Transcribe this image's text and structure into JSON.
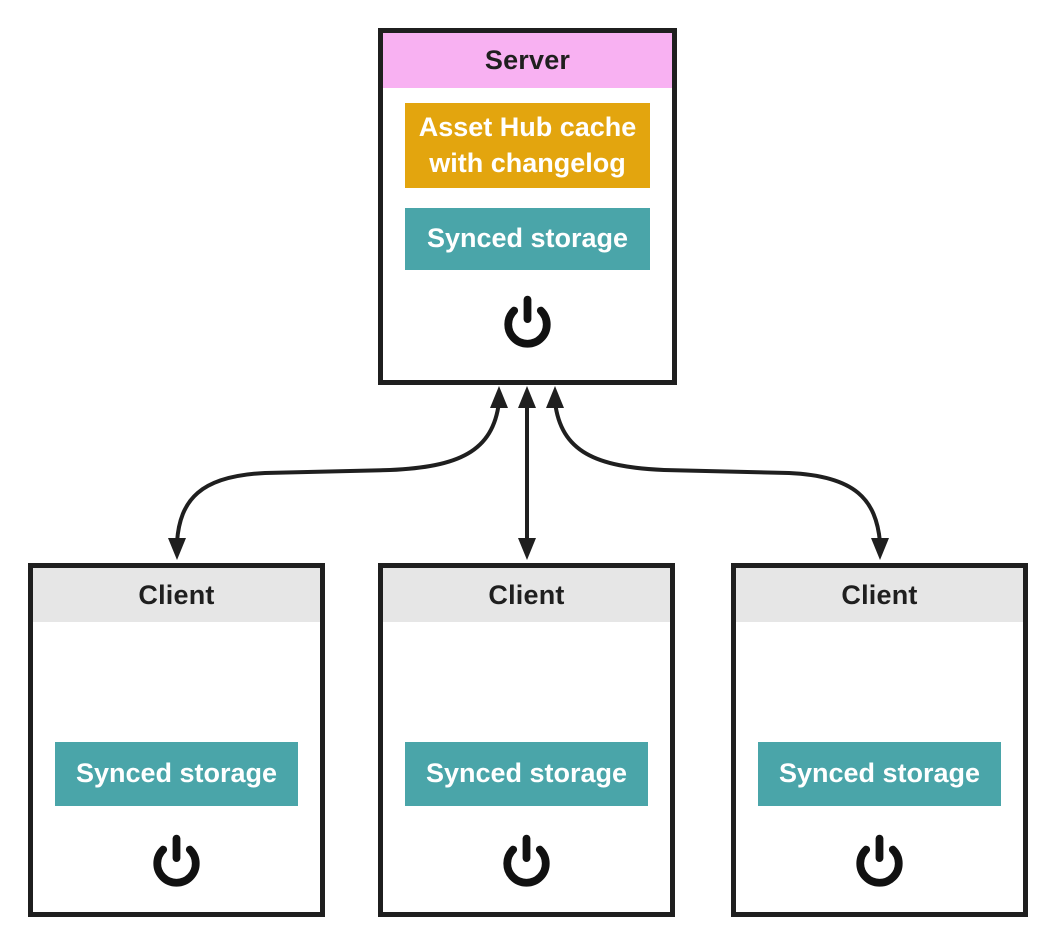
{
  "server": {
    "title": "Server",
    "cache_label": "Asset Hub cache with changelog",
    "storage_label": "Synced storage",
    "icon": "power-icon"
  },
  "clients": [
    {
      "title": "Client",
      "storage_label": "Synced storage",
      "icon": "power-icon"
    },
    {
      "title": "Client",
      "storage_label": "Synced storage",
      "icon": "power-icon"
    },
    {
      "title": "Client",
      "storage_label": "Synced storage",
      "icon": "power-icon"
    }
  ],
  "connections": [
    {
      "from": "server",
      "to": "client-1",
      "arrows": "both",
      "shape": "curved-left"
    },
    {
      "from": "server",
      "to": "client-2",
      "arrows": "both",
      "shape": "straight"
    },
    {
      "from": "server",
      "to": "client-3",
      "arrows": "both",
      "shape": "curved-right"
    }
  ],
  "colors": {
    "background": "#ffffff",
    "border": "#1f1f1f",
    "arrow": "#1f1f1f",
    "server_header": "#f8b1f2",
    "client_header": "#e6e6e6",
    "cache_fill": "#e3a50e",
    "storage_fill": "#4aa5a9",
    "label_text": "#ffffff",
    "header_text": "#1f1f1f"
  }
}
